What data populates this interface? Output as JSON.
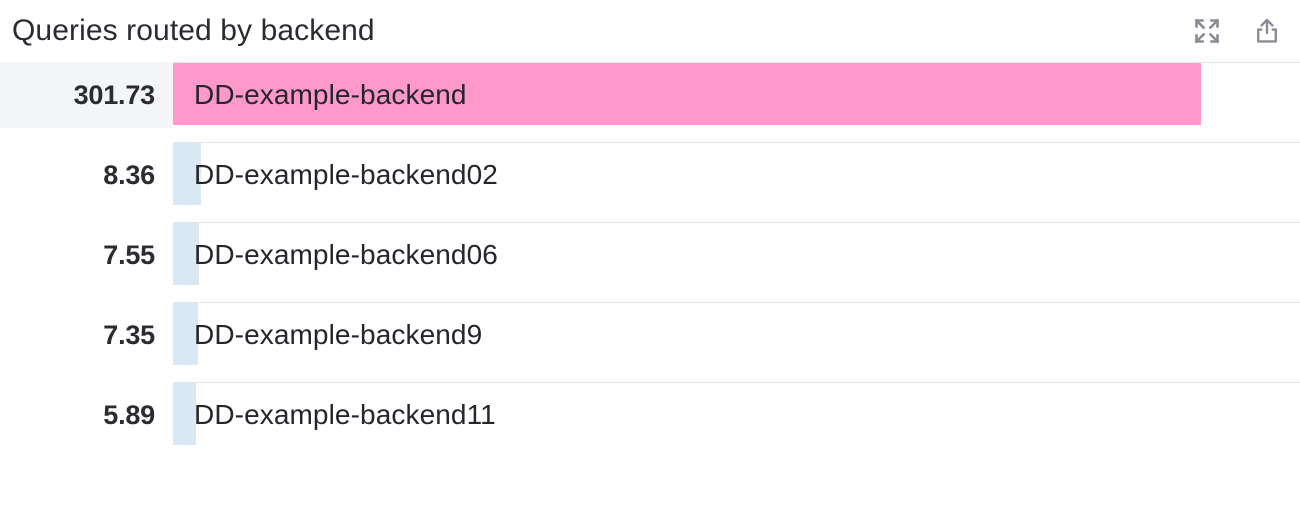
{
  "header": {
    "title": "Queries routed by backend",
    "actions": [
      {
        "name": "expand-icon",
        "label": "Expand"
      },
      {
        "name": "export-icon",
        "label": "Export"
      }
    ]
  },
  "colors": {
    "bar_highlight": "#FF99CC",
    "bar_default": "#D9E8F2",
    "value_cell_highlight": "#F4F5F7",
    "text": "#2B2B32",
    "icon": "#8C8C96",
    "divider": "#E4E6E8"
  },
  "chart_data": {
    "type": "bar",
    "title": "Queries routed by backend",
    "orientation": "horizontal",
    "xlabel": "",
    "ylabel": "",
    "grid": false,
    "legend": false,
    "categories": [
      "DD-example-backend",
      "DD-example-backend02",
      "DD-example-backend06",
      "DD-example-backend9",
      "DD-example-backend11"
    ],
    "values": [
      301.73,
      8.36,
      7.55,
      7.35,
      5.89
    ],
    "value_labels": [
      "301.73",
      "8.36",
      "7.55",
      "7.35",
      "5.89"
    ],
    "xlim": [
      0,
      301.73
    ],
    "rows": [
      {
        "value": "301.73",
        "label": "DD-example-backend",
        "bar_pct": 100,
        "color": "#FF99CC",
        "highlighted": true
      },
      {
        "value": "8.36",
        "label": "DD-example-backend02",
        "bar_pct": 2.77,
        "color": "#D9E8F2",
        "highlighted": false
      },
      {
        "value": "7.55",
        "label": "DD-example-backend06",
        "bar_pct": 2.5,
        "color": "#D9E8F2",
        "highlighted": false
      },
      {
        "value": "7.35",
        "label": "DD-example-backend9",
        "bar_pct": 2.44,
        "color": "#D9E8F2",
        "highlighted": false
      },
      {
        "value": "5.89",
        "label": "DD-example-backend11",
        "bar_pct": 1.95,
        "color": "#D9E8F2",
        "highlighted": false
      }
    ]
  }
}
